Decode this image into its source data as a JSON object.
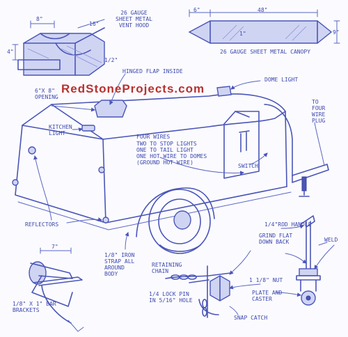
{
  "brand": {
    "text": "RedStoneProjects.com",
    "color": "#b8312f"
  },
  "colors": {
    "ink": "#4a55b8",
    "paper": "#fbfbff"
  },
  "vent_hood": {
    "label": "26 GAUGE\nSHEET METAL\nVENT HOOD",
    "dims": {
      "top": "8\"",
      "side": "16\"",
      "height": "4\"",
      "lip": "1/2\""
    }
  },
  "canopy": {
    "label": "26 GAUGE SHEET METAL CANOPY",
    "dims": {
      "end": "6\"",
      "length": "48\"",
      "depth": "9\"",
      "center": "1\""
    }
  },
  "callouts": {
    "hinged_flap": "HINGED FLAP INSIDE",
    "dome_light": "DOME LIGHT",
    "opening": "6\"X 8\"\nOPENING",
    "kitchen_light": "KITCHEN\nLIGHT",
    "four_wire_plug": "TO\nFOUR\nWIRE\nPLUG",
    "four_wires_title": "FOUR WIRES",
    "four_wires_text": "TWO TO STOP LIGHTS\nONE TO TAIL LIGHT\nONE HOT WIRE TO DOMES\n(GROUND HOT WIRE)",
    "switch": "SWITCH",
    "reflectors": "REFLECTORS",
    "iron_strap": "1/8\" IRON\nSTRAP ALL\nAROUND\nBODY",
    "bar_brackets": "1/8\" X 1\" BAR\nBRACKETS",
    "bracket_dim": "7\"",
    "retaining_chain": "RETAINING\nCHAIN",
    "lock_pin": "1/4 LOCK PIN\nIN 5/16\" HOLE",
    "snap_catch": "SNAP CATCH",
    "rod_handle": "1/4\"ROD HANDLE",
    "grind_flat": "GRIND FLAT\nDOWN BACK",
    "weld": "WELD",
    "nut": "1 1/8\" NUT",
    "plate_caster": "PLATE AND\nCASTER"
  }
}
